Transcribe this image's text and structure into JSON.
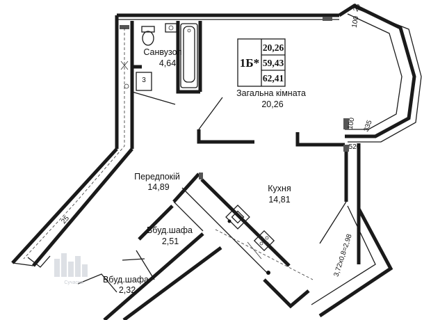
{
  "apartment": {
    "code": "1Б*",
    "area_living": "20,26",
    "area_total": "59,43",
    "area_full": "62,41"
  },
  "rooms": {
    "bathroom": {
      "name": "Санвузол",
      "area": "4,64"
    },
    "living": {
      "name": "Загальна кімната",
      "area": "20,26"
    },
    "hall": {
      "name": "Передпокій",
      "area": "14,89"
    },
    "kitchen": {
      "name": "Кухня",
      "area": "14,81"
    },
    "closet1": {
      "name": "Вбуд.шафа",
      "area": "2,51"
    },
    "closet2": {
      "name": "Вбуд.шафа",
      "area": "2,32"
    }
  },
  "dimensions": {
    "top_right": "25",
    "bay_small": "100",
    "bay_depth": "335",
    "bay_small2": "100",
    "bay_width": "520",
    "corridor": "25",
    "loggia": "3,72x0,8=2,98",
    "shaft": "3"
  },
  "watermark": "Сучасна"
}
